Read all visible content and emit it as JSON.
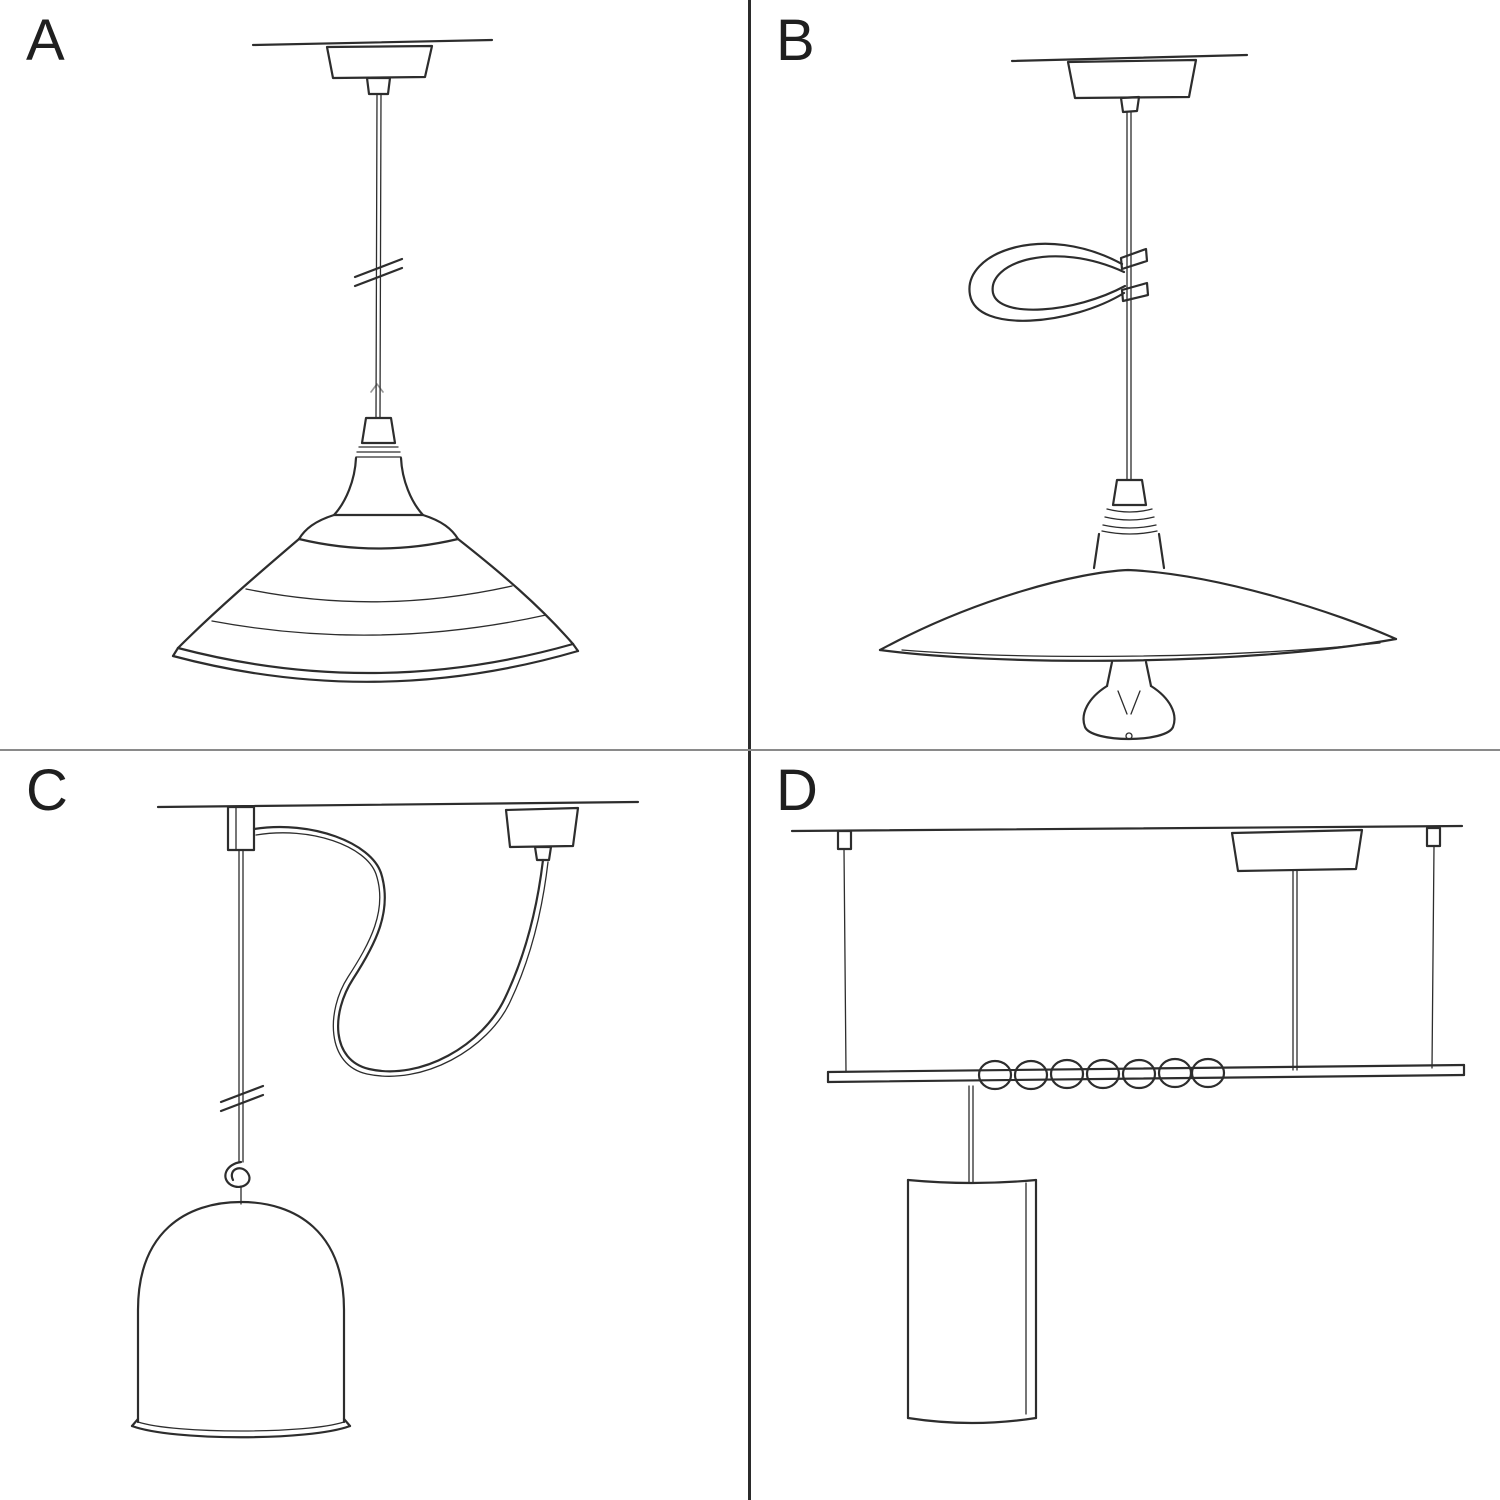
{
  "canvas": {
    "background_color": "#ffffff",
    "ink_color": "#2d2d2d",
    "divider_color": "#2b2b2b"
  },
  "panels": [
    {
      "label": "A",
      "sketch": "pendant-ceiling-rose-industrial-shade-sketch"
    },
    {
      "label": "B",
      "sketch": "pendant-cable-hook-flat-shade-exposed-bulb-sketch"
    },
    {
      "label": "C",
      "sketch": "pendant-swag-cable-knot-bell-shade-sketch"
    },
    {
      "label": "D",
      "sketch": "pendant-suspended-bar-coiled-cable-cylinder-shade-sketch"
    }
  ]
}
